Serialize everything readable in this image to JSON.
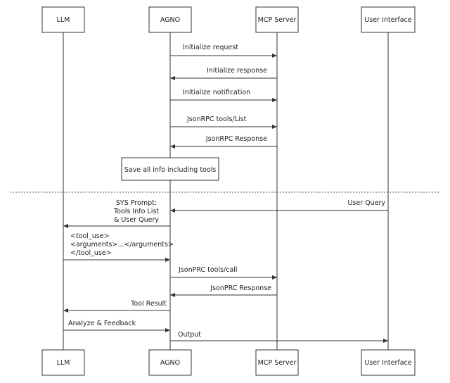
{
  "participants": [
    {
      "id": "llm",
      "label": "LLM"
    },
    {
      "id": "agno",
      "label": "AGNO"
    },
    {
      "id": "mcp",
      "label": "MCP Server"
    },
    {
      "id": "ui",
      "label": "User Interface"
    }
  ],
  "messages": [
    {
      "id": "m1",
      "lines": [
        "Initialize request"
      ]
    },
    {
      "id": "m2",
      "lines": [
        "Initialize response"
      ]
    },
    {
      "id": "m3",
      "lines": [
        "Initialize notification"
      ]
    },
    {
      "id": "m4",
      "lines": [
        "JsonRPC tools/List"
      ]
    },
    {
      "id": "m5",
      "lines": [
        "JsonRPC Response"
      ]
    },
    {
      "id": "note",
      "lines": [
        "Save all info including tools"
      ]
    },
    {
      "id": "m6",
      "lines": [
        "User Query"
      ]
    },
    {
      "id": "m7",
      "lines": [
        "SYS Prompt:",
        "Tools Info List",
        "& User Query"
      ]
    },
    {
      "id": "m8",
      "lines": [
        "<tool_use>",
        "<arguments>...</arguments>",
        "</tool_use>"
      ]
    },
    {
      "id": "m9",
      "lines": [
        "JsonPRC tools/call"
      ]
    },
    {
      "id": "m10",
      "lines": [
        "JsonPRC Response"
      ]
    },
    {
      "id": "m11",
      "lines": [
        "Tool Result"
      ]
    },
    {
      "id": "m12",
      "lines": [
        "Analyze & Feedback"
      ]
    },
    {
      "id": "m13",
      "lines": [
        "Output"
      ]
    }
  ]
}
